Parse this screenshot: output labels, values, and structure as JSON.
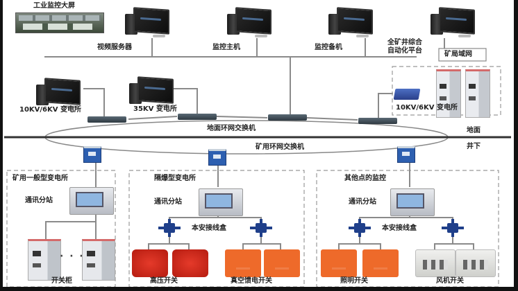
{
  "title": "煤矿综合自动化监控系统网络拓扑",
  "surface": {
    "big_screen_label": "工业监控大屏",
    "video_server_label": "视频服务器",
    "monitor_host_label": "监控主机",
    "monitor_backup_label": "监控备机",
    "automation_platform_label_line1": "全矿井综合",
    "automation_platform_label_line2": "自动化平台",
    "mine_lan_label": "矿局域网",
    "substation_10kv_label": "10KV/6KV 变电所",
    "substation_35kv_label": "35KV 变电所",
    "substation_10kv_right_label": "10KV/6KV 变电所",
    "ring_switch_label": "地面环网交换机"
  },
  "divider": {
    "surface_label": "地面",
    "underground_label": "井下"
  },
  "underground": {
    "mine_ring_switch_label": "矿用环网交换机",
    "groups": [
      {
        "title": "矿用一般型变电所",
        "station_label": "通讯分站",
        "device_label": "开关柜",
        "ellipsis": "· · · ·"
      },
      {
        "title": "隔爆型变电所",
        "station_label": "通讯分站",
        "junction_label": "本安接线盒",
        "device_left_label": "高压开关",
        "device_right_label": "真空馈电开关"
      },
      {
        "title": "其他点的监控",
        "station_label": "通讯分站",
        "junction_label": "本安接线盒",
        "device_left_label": "照明开关",
        "device_right_label": "风机开关"
      }
    ]
  }
}
